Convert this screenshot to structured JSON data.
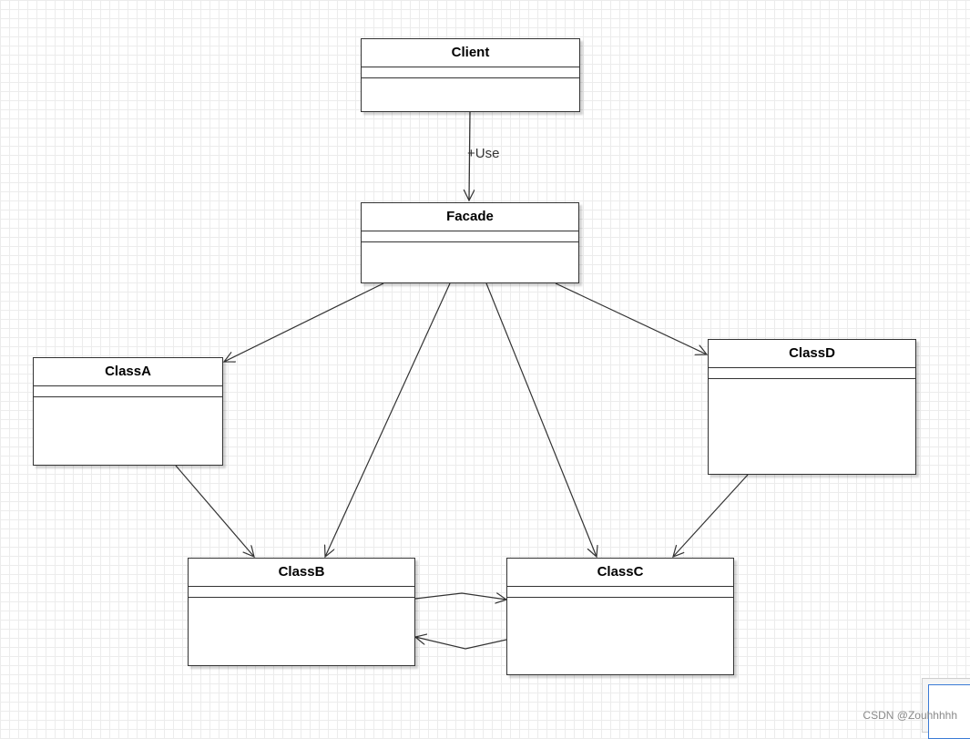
{
  "diagram": {
    "classes": {
      "client": "Client",
      "facade": "Facade",
      "class_a": "ClassA",
      "class_b": "ClassB",
      "class_c": "ClassC",
      "class_d": "ClassD"
    },
    "edge_label": "+Use"
  },
  "watermark": "CSDN @Zouhhhhh"
}
